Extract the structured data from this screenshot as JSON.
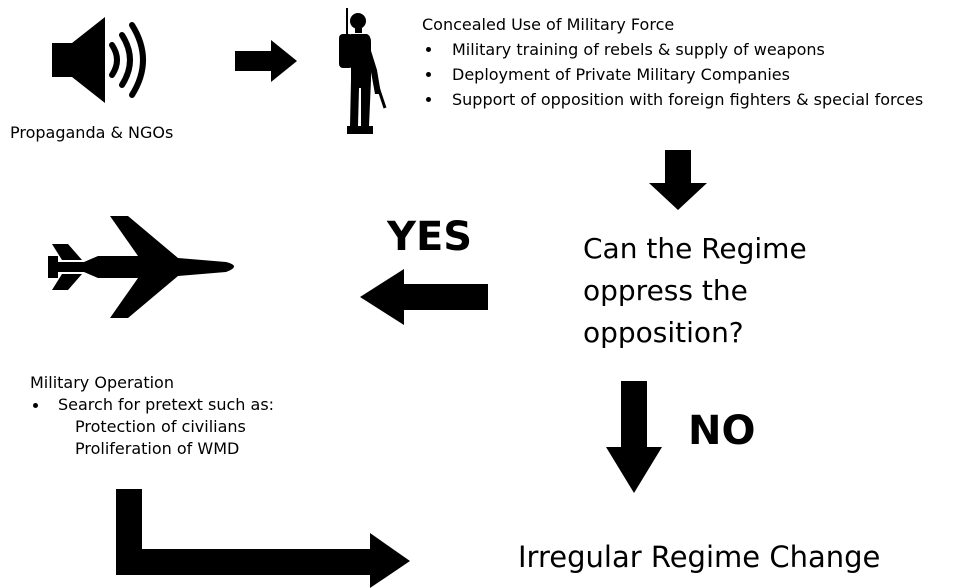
{
  "propaganda": {
    "label": "Propaganda & NGOs",
    "icon": "speaker-icon"
  },
  "concealed_force": {
    "title": "Concealed Use of Military Force",
    "bullets": [
      "Military training of rebels & supply of weapons",
      "Deployment of Private Military Companies",
      "Support of opposition with foreign fighters & special forces"
    ],
    "icon": "soldier-icon"
  },
  "question": {
    "lines": [
      "Can the Regime",
      "oppress the",
      "opposition?"
    ]
  },
  "yes_label": "YES",
  "no_label": "NO",
  "military_operation": {
    "title": "Military Operation",
    "bullet": "Search for pretext such as:",
    "sub_items": [
      "Protection of civilians",
      "Proliferation of WMD"
    ],
    "icon": "fighter-jet-icon"
  },
  "outcome": "Irregular Regime Change",
  "colors": {
    "ink": "#000000",
    "background": "#ffffff"
  }
}
